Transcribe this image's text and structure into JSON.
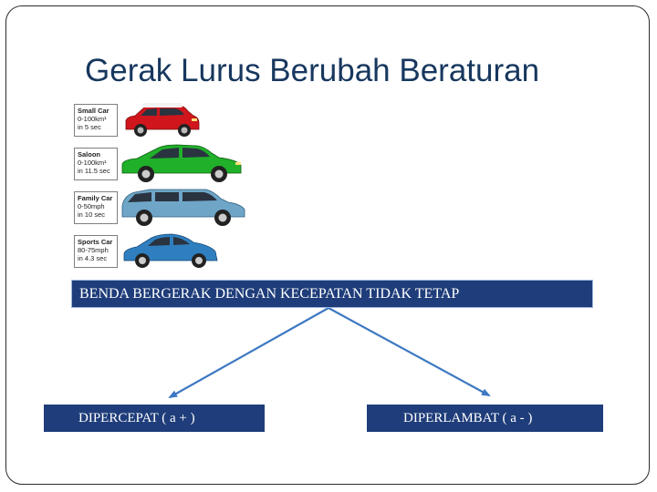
{
  "title": "Gerak Lurus Berubah Beraturan",
  "cars": [
    {
      "name": "Small Car",
      "line1": "0-100km¹",
      "line2": "in 5 sec",
      "body_color": "#d0161c",
      "icon": "small-car-icon"
    },
    {
      "name": "Saloon",
      "line1": "0-100km¹",
      "line2": "in 11.5 sec",
      "body_color": "#20b02a",
      "icon": "saloon-car-icon"
    },
    {
      "name": "Family Car",
      "line1": "0-50mph",
      "line2": "in 10 sec",
      "body_color": "#6fa6c8",
      "icon": "family-car-icon"
    },
    {
      "name": "Sports Car",
      "line1": "80-75mph",
      "line2": "in 4.3 sec",
      "body_color": "#2f7fc0",
      "icon": "sports-car-icon"
    }
  ],
  "main_box": "BENDA BERGERAK DENGAN KECEPATAN TIDAK TETAP",
  "left_box": "DIPERCEPAT ( a + )",
  "right_box": "DIPERLAMBAT ( a - )",
  "colors": {
    "title": "#17375e",
    "box_fill": "#1f3d7a",
    "arrow": "#3d78c2"
  }
}
